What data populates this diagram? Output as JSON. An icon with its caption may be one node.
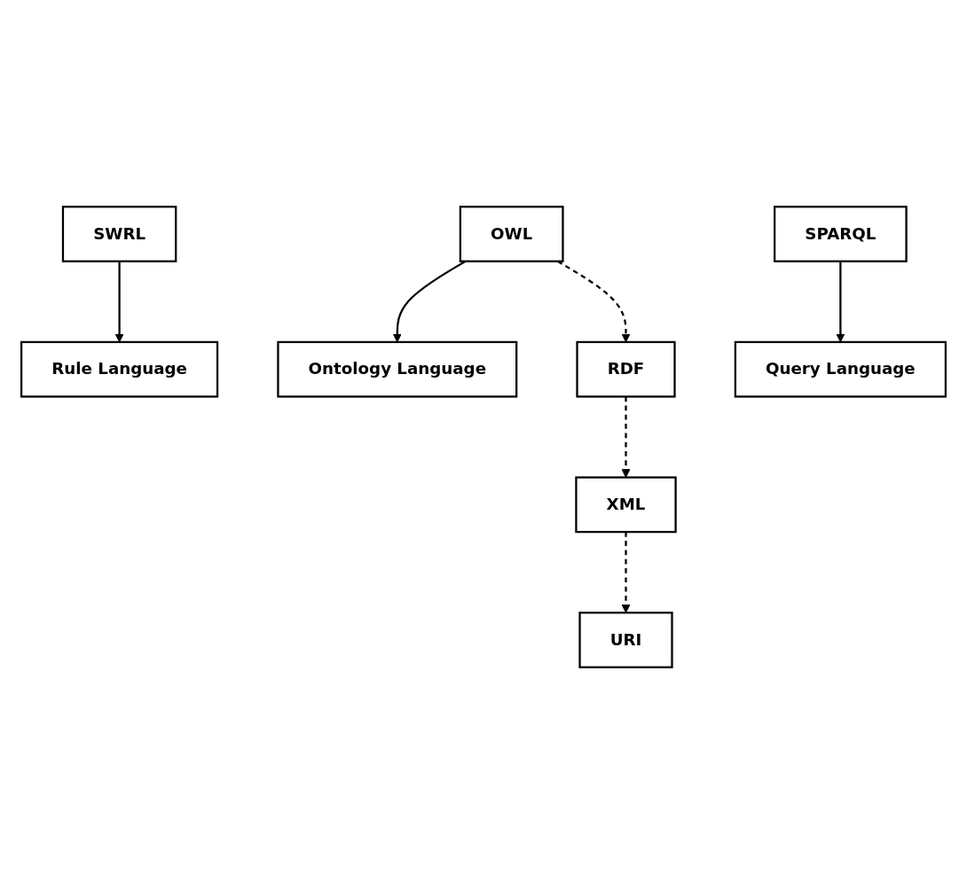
{
  "diagram": {
    "nodes": [
      {
        "text": [
          "Ontology Language"
        ]
      },
      {
        "text": [
          "Rule Language"
        ]
      },
      {
        "text": [
          "Query Language"
        ]
      },
      {
        "text": [
          "OWL"
        ]
      },
      {
        "text": [
          "SWRL"
        ]
      },
      {
        "text": [
          "SPARQL"
        ]
      },
      {
        "text": [
          "RDF"
        ]
      },
      {
        "text": [
          "XML"
        ]
      },
      {
        "text": [
          "URI"
        ]
      }
    ],
    "edges": [
      {
        "from": 3,
        "to": 0,
        "arrow": "to"
      },
      {
        "from": 4,
        "to": 1,
        "arrow": "to"
      },
      {
        "from": 5,
        "to": 2,
        "arrow": "to"
      },
      {
        "from": 3,
        "to": 6,
        "arrow": "to",
        "style": "dashed"
      },
      {
        "from": 6,
        "to": 7,
        "arrow": "to",
        "style": "dashed"
      },
      {
        "from": 7,
        "to": 8,
        "arrow": "to",
        "style": "dashed"
      }
    ]
  }
}
